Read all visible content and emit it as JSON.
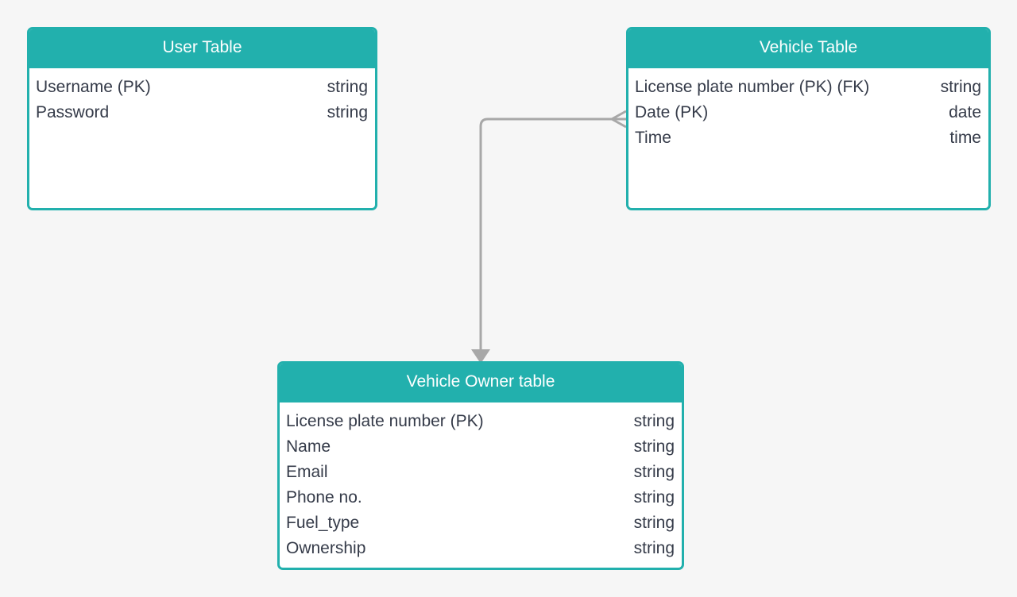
{
  "colors": {
    "background": "#f6f6f6",
    "entity_accent": "#22b0ad",
    "text": "#353b49",
    "connector": "#a8a8a8"
  },
  "tables": {
    "user": {
      "title": "User Table",
      "fields": [
        {
          "name": "Username  (PK)",
          "type": "string"
        },
        {
          "name": "Password",
          "type": "string"
        }
      ]
    },
    "vehicle": {
      "title": "Vehicle Table",
      "fields": [
        {
          "name": "License plate number (PK) (FK)",
          "type": "string"
        },
        {
          "name": "Date (PK)",
          "type": "date"
        },
        {
          "name": "Time",
          "type": "time"
        }
      ]
    },
    "owner": {
      "title": "Vehicle Owner table",
      "fields": [
        {
          "name": "License plate number (PK)",
          "type": "string"
        },
        {
          "name": "Name",
          "type": "string"
        },
        {
          "name": "Email",
          "type": "string"
        },
        {
          "name": "Phone no.",
          "type": "string"
        },
        {
          "name": "Fuel_type",
          "type": "string"
        },
        {
          "name": "Ownership",
          "type": "string"
        }
      ]
    }
  },
  "relationships": [
    {
      "from": "vehicle",
      "to": "owner",
      "from_cardinality": "many",
      "to_end": "arrow"
    }
  ]
}
